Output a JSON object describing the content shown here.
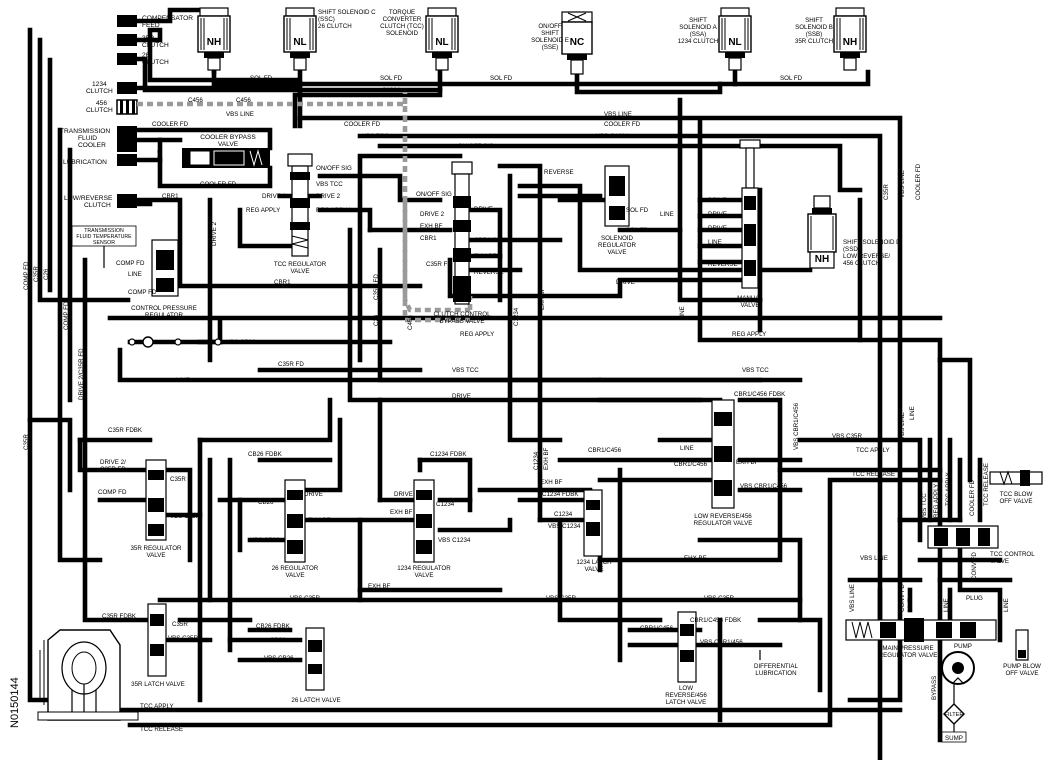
{
  "figure_id": "N0150144",
  "left_labels": {
    "compensator_feed": [
      "COMPENSATOR",
      "FEED"
    ],
    "c35r_clutch": [
      "35R",
      "CLUTCH"
    ],
    "c26_clutch": [
      "26",
      "CLUTCH"
    ],
    "c1234_clutch": [
      "1234",
      "CLUTCH"
    ],
    "c456_clutch": [
      "456",
      "CLUTCH"
    ],
    "fluid_cooler": [
      "TRANSMISSION",
      "FLUID",
      "COOLER"
    ],
    "lubrication": "LUBRICATION",
    "low_reverse_clutch": [
      "LOW/REVERSE",
      "CLUTCH"
    ],
    "temp_sensor": [
      "TRANSMISSION",
      "FLUID TEMPERATURE",
      "SENSOR"
    ]
  },
  "solenoids": [
    {
      "tag": "NH",
      "name": []
    },
    {
      "tag": "NL",
      "name": [
        "SHIFT SOLENOID C",
        "(SSC)",
        "26 CLUTCH"
      ]
    },
    {
      "tag": "NL",
      "name": [
        "TORQUE",
        "CONVERTER",
        "CLUTCH (TCC)",
        "SOLENOID"
      ]
    },
    {
      "tag": "NC",
      "name": [
        "ON/OFF",
        "SHIFT",
        "SOLENOID E",
        "(SSE)"
      ]
    },
    {
      "tag": "NL",
      "name": [
        "SHIFT",
        "SOLENOID A",
        "(SSA)",
        "1234 CLUTCH"
      ]
    },
    {
      "tag": "NH",
      "name": [
        "SHIFT",
        "SOLENOID B",
        "(SSB)",
        "35R CLUTCH"
      ]
    }
  ],
  "solenoid_d": {
    "tag": "NH",
    "name": [
      "SHIFT SOLENOID D",
      "(SSD)",
      "LOW REVERSE/",
      "456 CLUTCH"
    ]
  },
  "valves": {
    "cooler_bypass": [
      "COOLER BYPASS",
      "VALVE"
    ],
    "tcc_regulator": [
      "TCC REGULATOR",
      "VALVE"
    ],
    "clutch_control_bypass": [
      "CLUTCH CONTROL",
      "BYPASS VALVE"
    ],
    "solenoid_regulator": [
      "SOLENOID",
      "REGULATOR",
      "VALVE"
    ],
    "manual": [
      "MANUAL",
      "VALVE"
    ],
    "control_pressure": [
      "CONTROL PRESSURE",
      "REGULATOR"
    ],
    "reg35r": [
      "35R REGULATOR",
      "VALVE"
    ],
    "reg26": [
      "26 REGULATOR",
      "VALVE"
    ],
    "reg1234": [
      "1234 REGULATOR",
      "VALVE"
    ],
    "latch1234": [
      "1234 LATCH",
      "VALVE"
    ],
    "low_rev_456_reg": [
      "LOW REVERSE/456",
      "REGULATOR VALVE"
    ],
    "latch35r": "35R LATCH VALVE",
    "latch26": "26 LATCH VALVE",
    "low_rev_456_latch": [
      "LOW",
      "REVERSE/456",
      "LATCH VALVE"
    ],
    "tcc_control": [
      "TCC CONTROL",
      "VALVE"
    ],
    "tcc_blow_off": [
      "TCC BLOW",
      "OFF VALVE"
    ],
    "main_pressure": [
      "MAIN PRESSURE",
      "REGULATOR VALVE"
    ],
    "pump_blow_off": [
      "PUMP BLOW",
      "OFF VALVE"
    ],
    "pump": "PUMP",
    "filter": "FILTER",
    "sump": "SUMP",
    "diff_lube": [
      "DIFFERENTIAL",
      "LUBRICATION"
    ]
  },
  "line_labels": {
    "sol_fd": "SOL FD",
    "c1234": "C1234",
    "c456": "C456",
    "vbs_line": "VBS LINE",
    "cooler_fd": "COOLER FD",
    "vbs_tcc": "VBS TCC",
    "vbs_c1234": "VBS C1234",
    "lube": "LUBE",
    "on_off_sig": "ON/OFF SIG",
    "reverse": "REVERSE",
    "drive2": "DRIVE 2",
    "reg_apply": "REG APPLY",
    "cbr1": "CBR1",
    "drive": "DRIVE",
    "exh_bf": "EXH BF",
    "cbr1_c456": "CBR1/C456",
    "c35r_fd": "C35R FD",
    "comp_fd": "COMP FD",
    "line": "LINE",
    "c35r": "C35R",
    "c26": "C26",
    "vbs_cb26": "VBS CB26",
    "drive_c35r_fd": "DRIVE 2/C35R FD",
    "vbs_c35r": "VBS C35R",
    "c35r_fdbk": "C35R FDBK",
    "drive2_c35r_fd": [
      "DRIVE 2/",
      "C35R FD"
    ],
    "cb26_fdbk": "CB26 FDBK",
    "cb26": "CB26",
    "vbs_cb26_b": "VBS CB26",
    "c1234_fdbk": "C1234 FDBK",
    "c1234_fdbk2": "C1234 FDBK",
    "exh_bf_upper": "EXH BF",
    "cbr1_c456_fdbk": "CBR1/C456 FDBK",
    "vbs_cbr1_c456": "VBS CBR1/C456",
    "vbs_cbr1_456": "VBS CBR1/456",
    "ehx_bf": "EHX BF",
    "tcc_apply": "TCC APPLY",
    "tcc_release": "TCC RELEASE",
    "vbs_tcc_vert": "VBS TCC",
    "conv_fd": "CONV FD",
    "tcc_release_vert": "TCC RELEASE",
    "plug": "PLUG",
    "bypass": "BYPASS",
    "c35r_vert": "C35R",
    "c26_vert": "C26",
    "comp_fd_vert": "COMP FD",
    "drive2_vert": "DRIVE 2",
    "c1234_vert": "C1234",
    "cbr1_vert": "CBR1",
    "c456_vert": "C456",
    "c35r_fd_vert": "C35R FD",
    "cooler_fd_vert": "COOLER FD",
    "vbs_line_vert": "VBS LINE",
    "line_vert": "LINE",
    "exh_bf_vert": "EXH BF",
    "vbs_cbr1_c456_vert": "VBS CBR1/C456",
    "drive_vert": "DRIVE"
  }
}
